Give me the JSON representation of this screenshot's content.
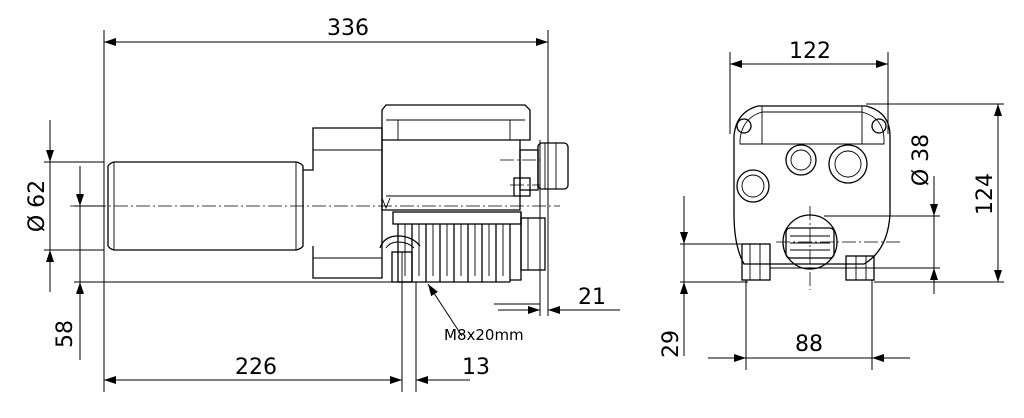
{
  "dimensions": {
    "overall_length": "336",
    "diameter_front": "Ø 62",
    "height_58": "58",
    "length_226": "226",
    "length_13": "13",
    "length_21": "21",
    "width_122": "122",
    "diameter_38": "Ø 38",
    "height_124": "124",
    "height_29": "29",
    "width_88": "88"
  },
  "callouts": {
    "thread": "M8x20mm"
  },
  "colors": {
    "line": "#000000",
    "background": "#ffffff"
  }
}
